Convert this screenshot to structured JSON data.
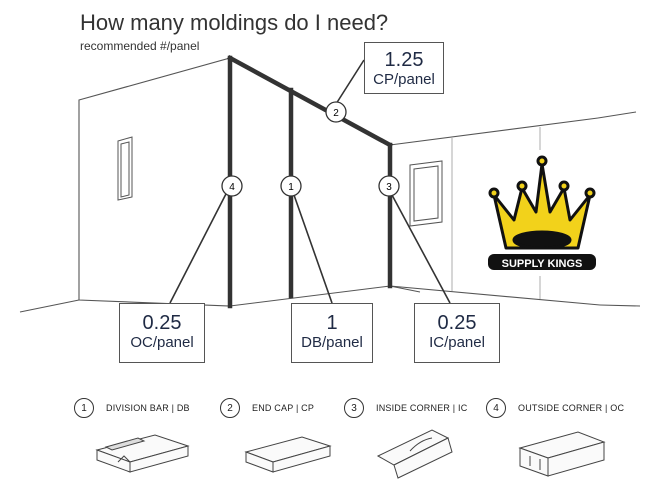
{
  "title": "How many moldings do I need?",
  "subtitle": "recommended #/panel",
  "markers": [
    "1",
    "2",
    "3",
    "4"
  ],
  "callouts": {
    "cp": {
      "value": "1.25",
      "unit": "CP/panel"
    },
    "oc": {
      "value": "0.25",
      "unit": "OC/panel"
    },
    "db": {
      "value": "1",
      "unit": "DB/panel"
    },
    "ic": {
      "value": "0.25",
      "unit": "IC/panel"
    }
  },
  "legend": [
    {
      "number": "1",
      "label": "DIVISION BAR | DB"
    },
    {
      "number": "2",
      "label": "END CAP | CP"
    },
    {
      "number": "3",
      "label": "INSIDE CORNER | IC"
    },
    {
      "number": "4",
      "label": "OUTSIDE CORNER | OC"
    }
  ],
  "logo": {
    "text": "SUPPLY KINGS",
    "crown_color": "#f2d21b"
  }
}
